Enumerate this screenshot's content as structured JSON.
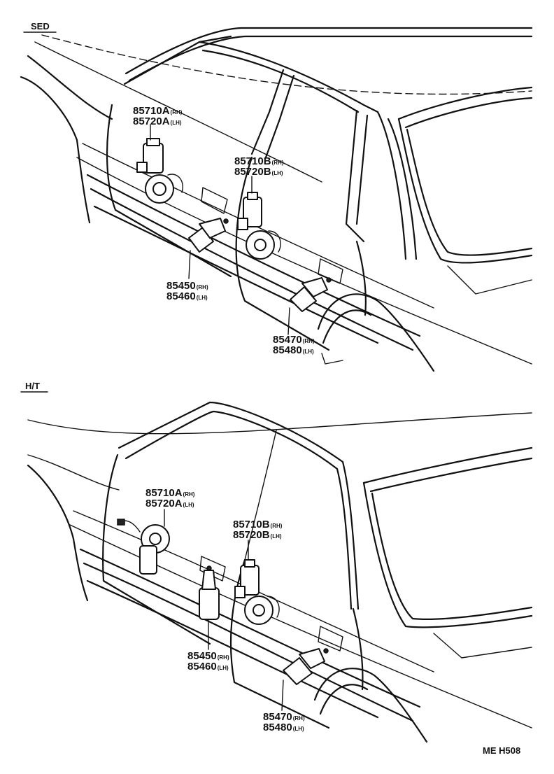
{
  "sections": {
    "sedan": {
      "label": "SED",
      "callouts": [
        {
          "parts": [
            "85710A",
            "85720A"
          ],
          "sides": [
            "(RH)",
            "(LH)"
          ]
        },
        {
          "parts": [
            "85710B",
            "85720B"
          ],
          "sides": [
            "(RH)",
            "(LH)"
          ]
        },
        {
          "parts": [
            "85450",
            "85460"
          ],
          "sides": [
            "(RH)",
            "(LH)"
          ]
        },
        {
          "parts": [
            "85470",
            "85480"
          ],
          "sides": [
            "(RH)",
            "(LH)"
          ]
        }
      ]
    },
    "hardtop": {
      "label": "H/T",
      "callouts": [
        {
          "parts": [
            "85710A",
            "85720A"
          ],
          "sides": [
            "(RH)",
            "(LH)"
          ]
        },
        {
          "parts": [
            "85710B",
            "85720B"
          ],
          "sides": [
            "(RH)",
            "(LH)"
          ]
        },
        {
          "parts": [
            "85450",
            "85460"
          ],
          "sides": [
            "(RH)",
            "(LH)"
          ]
        },
        {
          "parts": [
            "85470",
            "85480"
          ],
          "sides": [
            "(RH)",
            "(LH)"
          ]
        }
      ]
    }
  },
  "drawing_code": "ME H508"
}
